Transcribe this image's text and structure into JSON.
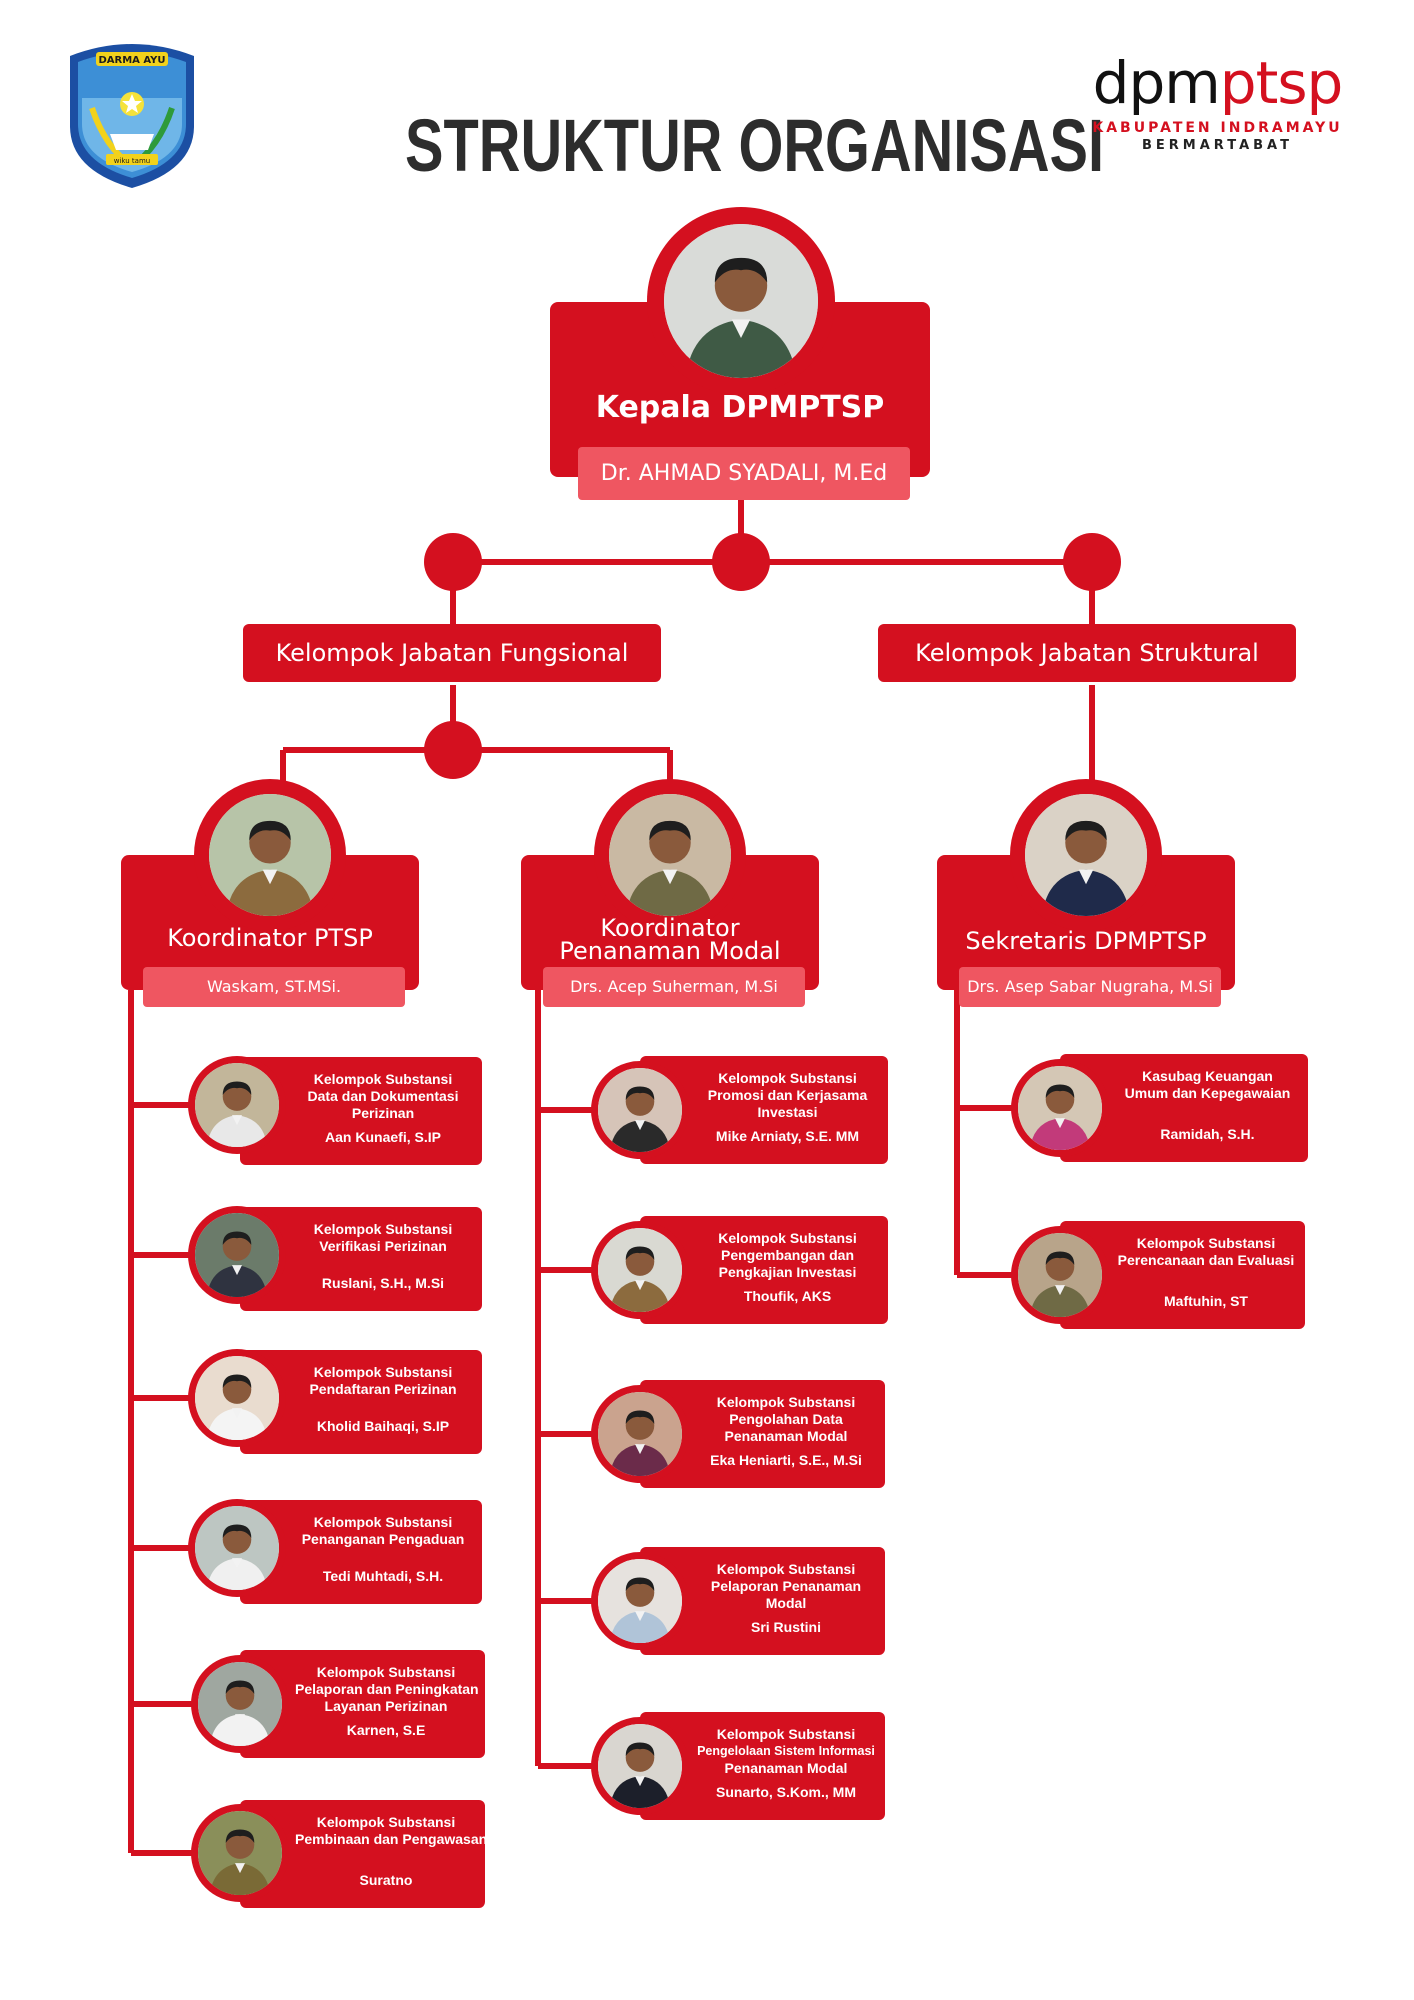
{
  "header": {
    "title": "STRUKTUR ORGANISASI",
    "logo_left_text": "DARMA AYU",
    "logo_left_ribbon": "wiku tamu",
    "brand_prefix": "dpm",
    "brand_suffix": "ptsp",
    "brand_region": "KABUPATEN INDRAMAYU",
    "brand_tagline": "BERMARTABAT"
  },
  "colors": {
    "primary": "#d4101f",
    "pill": "#ef5661",
    "title": "#2d2d2d"
  },
  "head": {
    "role": "Kepala DPMPTSP",
    "name": "Dr. AHMAD SYADALI, M.Ed"
  },
  "groups": {
    "fungsional": "Kelompok Jabatan Fungsional",
    "struktural": "Kelompok Jabatan Struktural"
  },
  "coordinators": [
    {
      "role": "Koordinator PTSP",
      "name": "Waskam, ST.MSi."
    },
    {
      "role_line1": "Koordinator",
      "role_line2": "Penanaman Modal",
      "name": "Drs. Acep Suherman, M.Si"
    },
    {
      "role": "Sekretaris DPMPTSP",
      "name": "Drs. Asep Sabar Nugraha, M.Si"
    }
  ],
  "ptsp_units": [
    {
      "title_lines": [
        "Kelompok Substansi",
        "Data dan Dokumentasi",
        "Perizinan"
      ],
      "name": "Aan Kunaefi, S.IP"
    },
    {
      "title_lines": [
        "Kelompok Substansi",
        "Verifikasi Perizinan"
      ],
      "name": "Ruslani, S.H., M.Si"
    },
    {
      "title_lines": [
        "Kelompok Substansi",
        "Pendaftaran Perizinan"
      ],
      "name": "Kholid Baihaqi, S.IP"
    },
    {
      "title_lines": [
        "Kelompok Substansi",
        "Penanganan Pengaduan"
      ],
      "name": "Tedi Muhtadi, S.H."
    },
    {
      "title_lines": [
        "Kelompok Substansi",
        "Pelaporan dan Peningkatan",
        "Layanan Perizinan"
      ],
      "name": "Karnen, S.E"
    },
    {
      "title_lines": [
        "Kelompok Substansi",
        "Pembinaan dan Pengawasan"
      ],
      "name": "Suratno"
    }
  ],
  "pm_units": [
    {
      "title_lines": [
        "Kelompok Substansi",
        "Promosi dan Kerjasama",
        "Investasi"
      ],
      "name": "Mike Arniaty, S.E. MM"
    },
    {
      "title_lines": [
        "Kelompok Substansi",
        "Pengembangan dan",
        "Pengkajian Investasi"
      ],
      "name": "Thoufik, AKS"
    },
    {
      "title_lines": [
        "Kelompok Substansi",
        "Pengolahan Data",
        "Penanaman Modal"
      ],
      "name": "Eka Heniarti, S.E., M.Si"
    },
    {
      "title_lines": [
        "Kelompok Substansi",
        "Pelaporan Penanaman",
        "Modal"
      ],
      "name": "Sri Rustini"
    },
    {
      "title_lines": [
        "Kelompok Substansi",
        "Pengelolaan Sistem Informasi",
        "Penanaman Modal"
      ],
      "name": "Sunarto, S.Kom., MM"
    }
  ],
  "sek_units": [
    {
      "title_lines": [
        "Kasubag Keuangan",
        "Umum dan Kepegawaian"
      ],
      "name": "Ramidah, S.H."
    },
    {
      "title_lines": [
        "Kelompok Substansi",
        "Perencanaan dan Evaluasi"
      ],
      "name": "Maftuhin, ST"
    }
  ]
}
